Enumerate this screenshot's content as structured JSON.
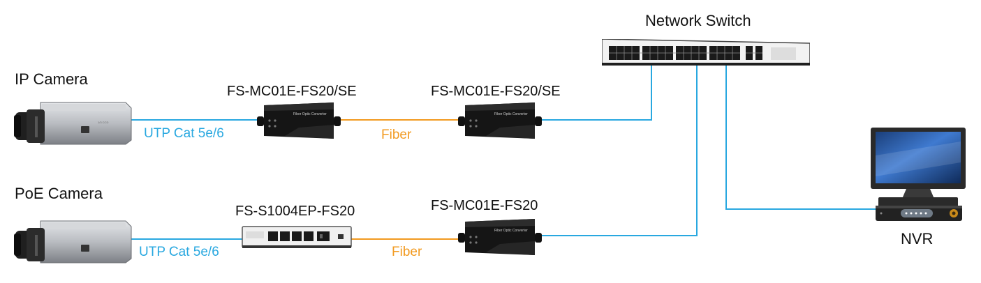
{
  "colors": {
    "utp_cable": "#29a8e0",
    "fiber_cable": "#f29a1f",
    "device_dark": "#1a1a1a",
    "camera_body": "#b9bcc1",
    "background": "#ffffff"
  },
  "labels": {
    "ip_camera": "IP Camera",
    "poe_camera": "PoE Camera",
    "converter_top_left": "FS-MC01E-FS20/SE",
    "converter_top_right": "FS-MC01E-FS20/SE",
    "poe_switch": "FS-S1004EP-FS20",
    "converter_bottom_right": "FS-MC01E-FS20",
    "network_switch": "Network Switch",
    "nvr": "NVR"
  },
  "cables": {
    "top_utp": "UTP Cat 5e/6",
    "top_fiber": "Fiber",
    "bottom_utp": "UTP Cat 5e/6",
    "bottom_fiber": "Fiber"
  },
  "icons": {
    "camera": "ip-camera-icon",
    "converter": "media-converter-icon",
    "poe_switch": "poe-switch-icon",
    "network_switch": "network-switch-icon",
    "nvr": "nvr-monitor-icon"
  }
}
